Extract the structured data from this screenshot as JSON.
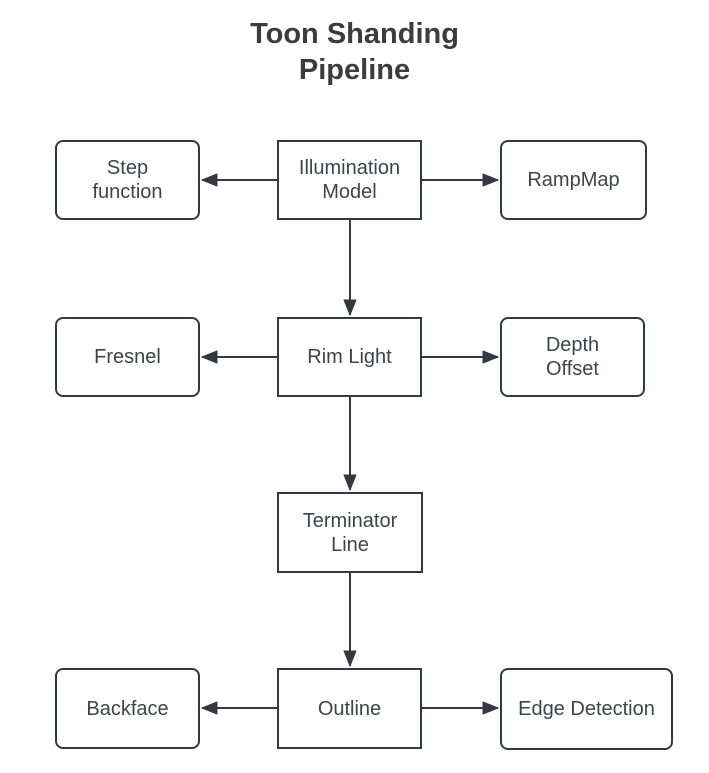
{
  "title": {
    "line1": "Toon Shanding",
    "line2": "Pipeline"
  },
  "nodes": {
    "step_function": {
      "label": "Step\nfunction",
      "shape": "rounded"
    },
    "illumination_model": {
      "label": "Illumination\nModel",
      "shape": "rect"
    },
    "rampmap": {
      "label": "RampMap",
      "shape": "rounded"
    },
    "fresnel": {
      "label": "Fresnel",
      "shape": "rounded"
    },
    "rim_light": {
      "label": "Rim Light",
      "shape": "rect"
    },
    "depth_offset": {
      "label": "Depth\nOffset",
      "shape": "rounded"
    },
    "terminator_line": {
      "label": "Terminator\nLine",
      "shape": "rect"
    },
    "backface": {
      "label": "Backface",
      "shape": "rounded"
    },
    "outline": {
      "label": "Outline",
      "shape": "rect"
    },
    "edge_detection": {
      "label": "Edge Detection",
      "shape": "rounded"
    }
  },
  "edges": [
    {
      "from": "illumination_model",
      "to": "step_function"
    },
    {
      "from": "illumination_model",
      "to": "rampmap"
    },
    {
      "from": "illumination_model",
      "to": "rim_light"
    },
    {
      "from": "rim_light",
      "to": "fresnel"
    },
    {
      "from": "rim_light",
      "to": "depth_offset"
    },
    {
      "from": "rim_light",
      "to": "terminator_line"
    },
    {
      "from": "terminator_line",
      "to": "outline"
    },
    {
      "from": "outline",
      "to": "backface"
    },
    {
      "from": "outline",
      "to": "edge_detection"
    }
  ],
  "colors": {
    "stroke": "#33393f",
    "node_text": "#3f444a",
    "title_text": "#3c3c3c",
    "background": "#ffffff"
  }
}
